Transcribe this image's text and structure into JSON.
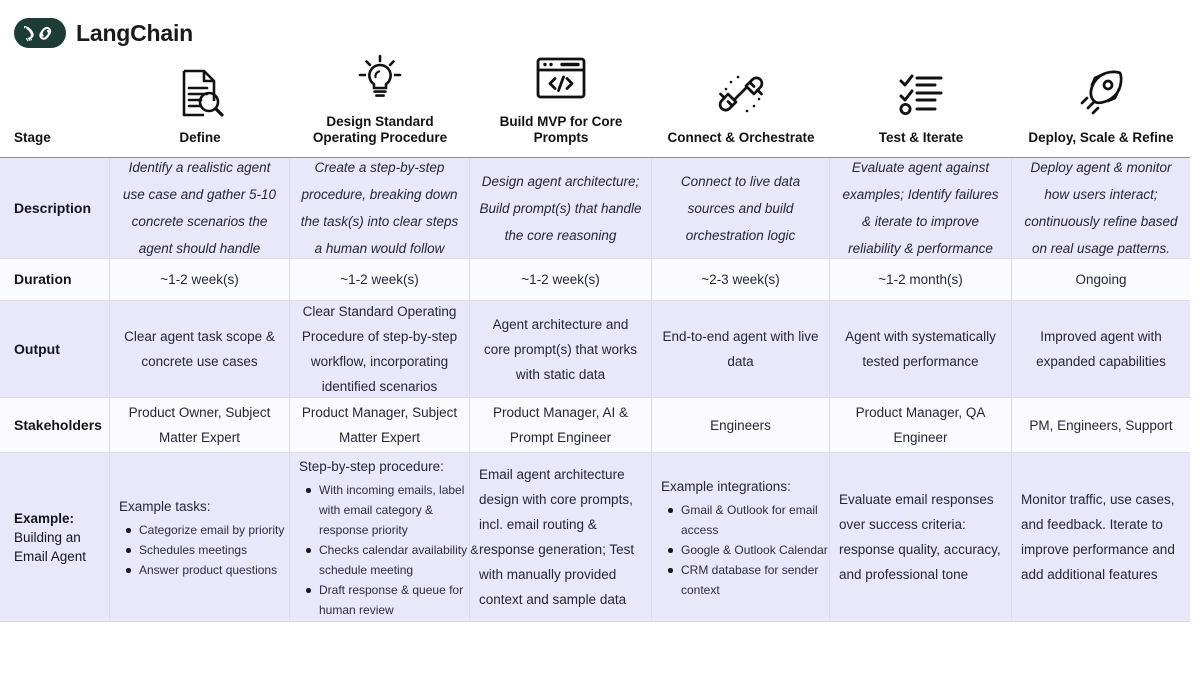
{
  "brand": {
    "name": "LangChain",
    "mark_icon": "langchain-parrot-link-icon",
    "mark_color": "#1c3c34"
  },
  "table": {
    "row_label_header": "Stage",
    "columns": [
      {
        "label": "Define",
        "icon": "document-search-icon"
      },
      {
        "label": "Design Standard Operating Procedure",
        "icon": "lightbulb-icon"
      },
      {
        "label": "Build MVP for Core Prompts",
        "icon": "code-window-icon"
      },
      {
        "label": "Connect & Orchestrate",
        "icon": "plug-connector-icon"
      },
      {
        "label": "Test & Iterate",
        "icon": "checklist-icon"
      },
      {
        "label": "Deploy, Scale & Refine",
        "icon": "rocket-icon"
      }
    ],
    "rows": [
      {
        "label": "Description",
        "label_sub": "",
        "style": "shade",
        "cells": [
          {
            "text": "Identify a realistic agent use case and gather 5-10 concrete scenarios the agent should handle"
          },
          {
            "text": "Create a step-by-step procedure, breaking down the task(s) into clear steps a human would follow"
          },
          {
            "text": "Design agent architecture; Build prompt(s) that handle the core reasoning"
          },
          {
            "text": "Connect to live data sources and build orchestration logic"
          },
          {
            "text": "Evaluate agent against examples; Identify failures & iterate to improve reliability & performance"
          },
          {
            "text": "Deploy agent & monitor how users interact; continuously refine based on real usage patterns."
          }
        ]
      },
      {
        "label": "Duration",
        "label_sub": "",
        "style": "plain",
        "cells": [
          {
            "text": "~1-2 week(s)"
          },
          {
            "text": "~1-2 week(s)"
          },
          {
            "text": "~1-2 week(s)"
          },
          {
            "text": "~2-3 week(s)"
          },
          {
            "text": "~1-2 month(s)"
          },
          {
            "text": "Ongoing"
          }
        ]
      },
      {
        "label": "Output",
        "label_sub": "",
        "style": "shade",
        "cells": [
          {
            "text": "Clear agent task scope & concrete use cases"
          },
          {
            "text": "Clear Standard Operating Procedure of step-by-step workflow, incorporating identified scenarios"
          },
          {
            "text": "Agent architecture and core prompt(s) that works with static data"
          },
          {
            "text": "End-to-end agent with live data"
          },
          {
            "text": "Agent with systematically tested performance"
          },
          {
            "text": "Improved agent with expanded capabilities"
          }
        ]
      },
      {
        "label": "Stakeholders",
        "label_sub": "",
        "style": "plain",
        "cells": [
          {
            "text": "Product Owner, Subject Matter Expert"
          },
          {
            "text": "Product Manager, Subject Matter Expert"
          },
          {
            "text": "Product Manager, AI & Prompt Engineer"
          },
          {
            "text": "Engineers"
          },
          {
            "text": "Product Manager, QA Engineer"
          },
          {
            "text": "PM, Engineers, Support"
          }
        ]
      },
      {
        "label": "Example:",
        "label_sub": "Building an Email Agent",
        "style": "shade",
        "cells": [
          {
            "intro": "Example tasks:",
            "bullets": [
              "Categorize email by priority",
              "Schedules meetings",
              "Answer product questions"
            ]
          },
          {
            "intro": "Step-by-step procedure:",
            "bullets": [
              "With incoming emails, label with email category & response priority",
              "Checks calendar availability & schedule meeting",
              "Draft response & queue for human review"
            ]
          },
          {
            "text": "Email agent architecture design with core prompts, incl. email routing & response generation; Test with manually provided context and sample data"
          },
          {
            "intro": "Example integrations:",
            "bullets": [
              "Gmail & Outlook for email access",
              " Google & Outlook Calendar",
              "CRM database for sender context"
            ]
          },
          {
            "text": "Evaluate email responses over success criteria: response quality, accuracy, and professional tone"
          },
          {
            "text": "Monitor traffic, use cases, and feedback. Iterate to improve performance and add additional features"
          }
        ]
      }
    ]
  },
  "colors": {
    "shade_row": "#e9e7fa",
    "plain_row": "#fafaff",
    "text": "#24263a",
    "border": "#dcdce8"
  }
}
